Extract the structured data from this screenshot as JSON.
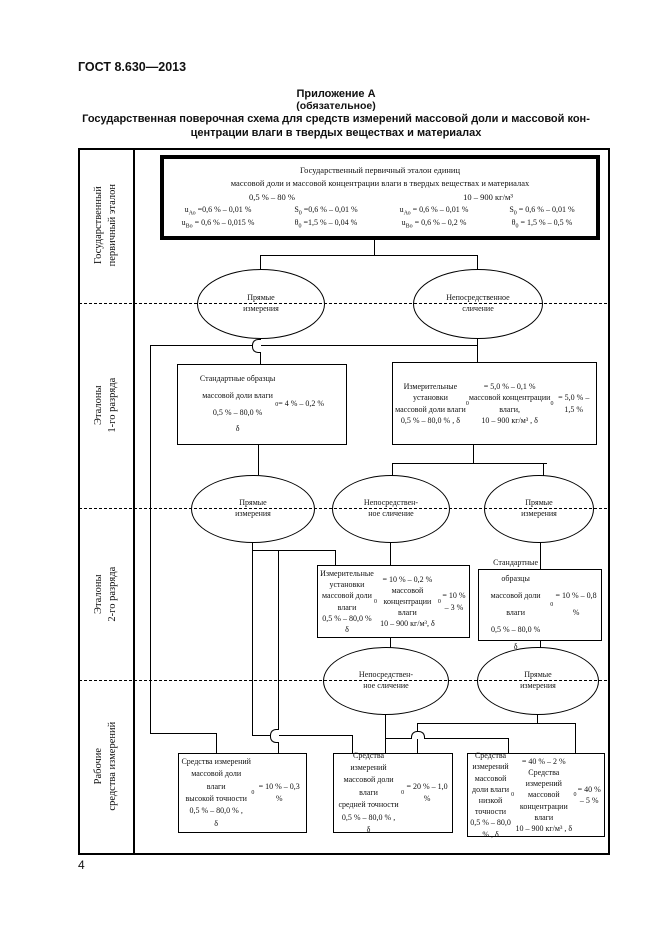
{
  "header": {
    "doc_number": "ГОСТ 8.630—2013",
    "appendix": "Приложение А",
    "appendix_note": "(обязательное)",
    "title": "Государственная поверочная схема для средств измерений массовой доли и массовой кон-\nцентрации влаги в твердых веществах и материалах"
  },
  "footer": {
    "page_number": "4"
  },
  "sidebar": {
    "sections": [
      {
        "label": "Государственный\nпервичный эталон"
      },
      {
        "label": "Эталоны\n1-го разряда"
      },
      {
        "label": "Эталоны\n2-го разряда"
      },
      {
        "label": "Рабочие\nсредства измерений"
      }
    ]
  },
  "primary_standard": {
    "title_lines": "Государственный первичный эталон единиц\nмассовой доли и массовой концентрации влаги в твердых веществах и материалах",
    "left_column": {
      "range": "0,5 % – 80 %",
      "values": [
        "u~Ао~ =0,6 % – 0,01 %",
        "S~0~ =0,6 % – 0,01 %",
        "u~Во~ = 0,6 % – 0,015 %",
        "θ~0~ =1,5 % – 0,04 %"
      ]
    },
    "right_column": {
      "range": "10 – 900 кг/м³",
      "values": [
        "u~Ао~ = 0,6 % – 0,01 %",
        "S~0~ = 0,6 % – 0,01 %",
        "u~Во~ = 0,6 % – 0,2 %",
        "θ~0~ = 1,5 % – 0,5 %"
      ]
    }
  },
  "methods": {
    "m1": "Прямые\nизмерения",
    "m2": "Непосредственное\nсличение",
    "m3": "Прямые\nизмерения",
    "m4": "Непосредствен-\nное сличение",
    "m5": "Прямые\nизмерения",
    "m6": "Непосредствен-\nное сличение",
    "m7": "Прямые\nизмерения"
  },
  "standards": {
    "b1": [
      "Стандартные образцы",
      "массовой доли влаги",
      "0,5 % – 80,0 %",
      "δ~0~ = 4 % – 0,2 %"
    ],
    "b2": [
      "Измерительные установки",
      "массовой доли влаги",
      "0,5 % – 80,0 % , δ~0~ = 5,0 % – 0,1 %",
      "массовой концентрации влаги,",
      "10 – 900 кг/м³ , δ~0~ = 5,0 % – 1,5 %"
    ],
    "b3": [
      "Измерительные установки",
      "массовой доли влаги",
      "0,5 % – 80,0 %   δ~0~ = 10 % – 0,2 %",
      "массовой концентрации влаги",
      "10 – 900 кг/м³, δ~0~ = 10 % – 3 %"
    ],
    "b4": [
      "Стандартные образцы",
      "массовой доли влаги",
      "0,5 % – 80,0 %",
      "δ~0~ = 10 % – 0,8 %"
    ],
    "b5": [
      "Средства измерений",
      "массовой доли влаги",
      "высокой точности",
      "0,5 % – 80,0 % ,",
      "δ~0~ = 10 % – 0,3 %"
    ],
    "b6": [
      "Средства измерений",
      "массовой доли влаги",
      "средней точности",
      "0,5 % – 80,0 % ,",
      "δ~0~ = 20 % – 1,0 %"
    ],
    "b7": [
      "Средства измерений",
      "массовой доли влаги",
      "низкой точности",
      "0,5 % – 80,0 % ,  δ~0~ = 40 % – 2 %",
      "Средства измерений",
      "массовой концентрации влаги",
      "10 – 900 кг/м³ , δ~0~ = 40 % – 5 %"
    ]
  }
}
